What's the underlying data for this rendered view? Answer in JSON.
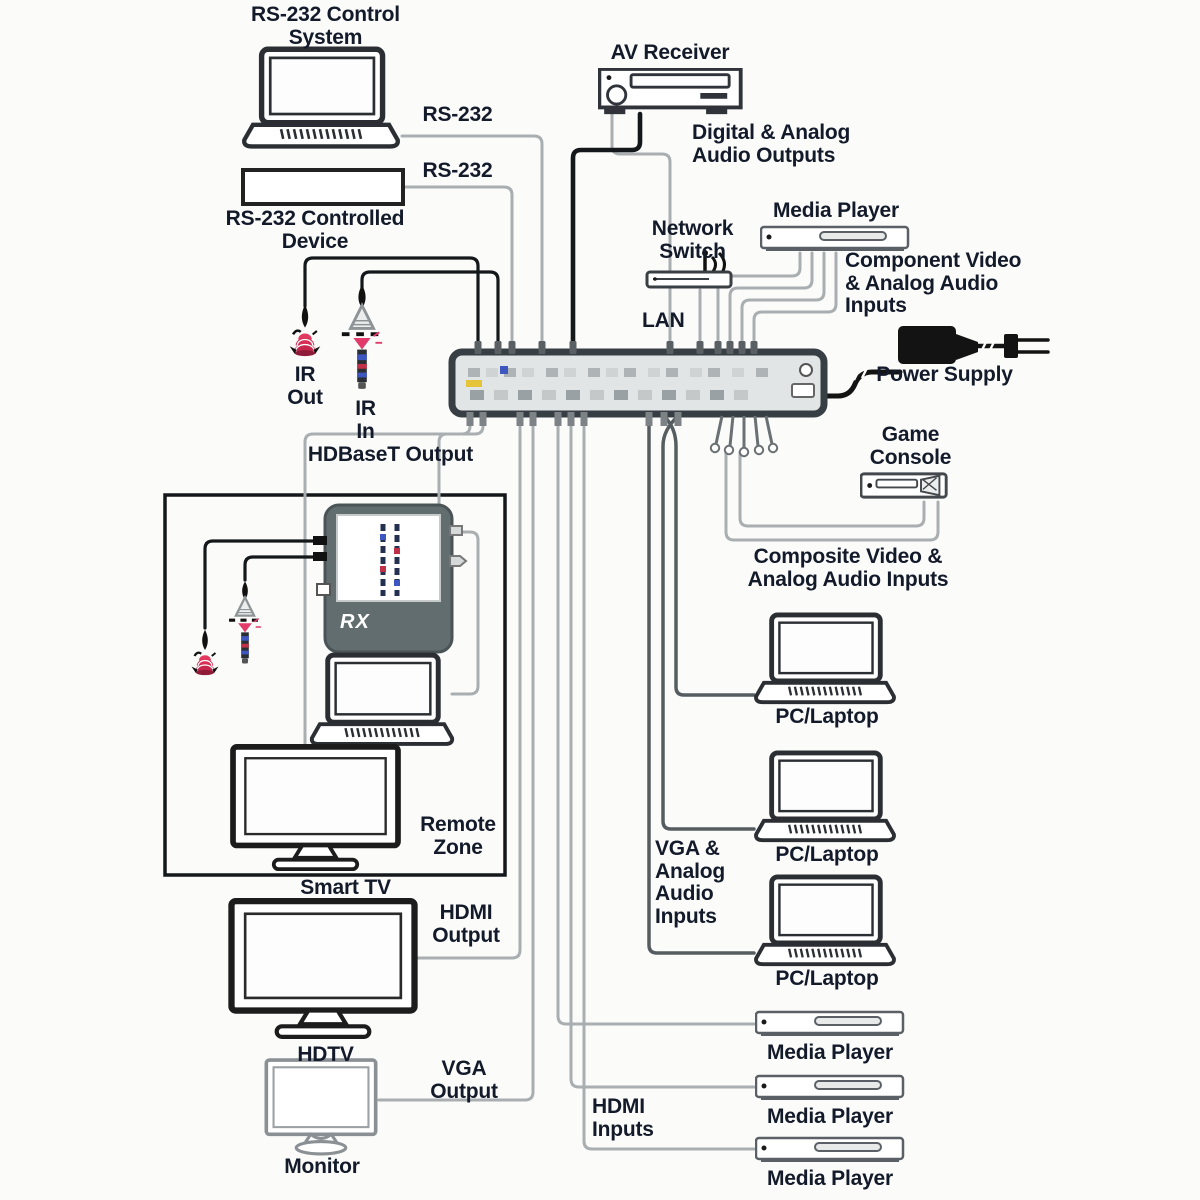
{
  "diagram": {
    "title": "AV matrix switcher connection diagram",
    "colors": {
      "wire": "#a9aeb1",
      "text": "#131a2a",
      "ir_red": "#e23a5f",
      "ir_pink": "#e23a6b",
      "rx_body": "#5e696c"
    },
    "labels": {
      "rs232_control_system": "RS-232 Control\nSystem",
      "rs232_wires": [
        "RS-232",
        "RS-232"
      ],
      "rs232_controlled_device": "RS-232 Controlled\nDevice",
      "av_receiver": "AV Receiver",
      "digital_analog_audio_outputs": "Digital & Analog\nAudio Outputs",
      "network_switch": "Network\nSwitch",
      "lan": "LAN",
      "media_player_top": "Media Player",
      "component_video_inputs": "Component Video\n& Analog Audio\nInputs",
      "power_supply": "Power Supply",
      "game_console": "Game\nConsole",
      "composite_inputs": "Composite Video &\nAnalog Audio Inputs",
      "ir_out": "IR\nOut",
      "ir_in": "IR\nIn",
      "hdbaset_output": "HDBaseT Output",
      "rx_unit": "RX",
      "remote_zone": "Remote\nZone",
      "smart_tv": "Smart TV",
      "hdmi_output": "HDMI\nOutput",
      "hdtv": "HDTV",
      "vga_output": "VGA\nOutput",
      "monitor": "Monitor",
      "pc_laptops": [
        "PC/Laptop",
        "PC/Laptop",
        "PC/Laptop"
      ],
      "vga_analog_audio_inputs": "VGA &\nAnalog\nAudio\nInputs",
      "media_players_bottom": [
        "Media Player",
        "Media Player",
        "Media Player"
      ],
      "hdmi_inputs": "HDMI\nInputs"
    }
  }
}
